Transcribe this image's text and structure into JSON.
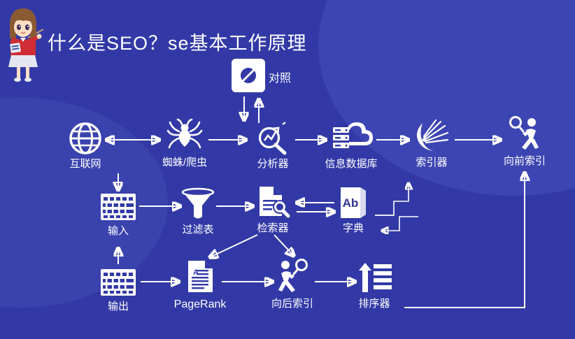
{
  "page": {
    "title": "什么是SEO？se基本工作原理",
    "background_color": "#3239a6",
    "accent_color": "#3d45b2",
    "foreground_color": "#ffffff"
  },
  "avatar": {
    "name": "teacher-girl-with-pointer"
  },
  "compare": {
    "label": "对照",
    "icon": "compare-icon"
  },
  "nodes": {
    "row1": [
      {
        "id": "internet",
        "label": "互联网",
        "icon": "globe-icon"
      },
      {
        "id": "spider",
        "label": "蜘蛛/爬虫",
        "icon": "spider-icon"
      },
      {
        "id": "analyzer",
        "label": "分析器",
        "icon": "magnifier-trend-icon"
      },
      {
        "id": "database",
        "label": "信息数据库",
        "icon": "cloud-database-icon"
      },
      {
        "id": "indexer",
        "label": "索引器",
        "icon": "rays-fan-icon"
      },
      {
        "id": "fwdindex",
        "label": "向前索引",
        "icon": "person-magnifier-icon"
      }
    ],
    "row2": [
      {
        "id": "input",
        "label": "输入",
        "icon": "keyboard-icon"
      },
      {
        "id": "filter",
        "label": "过滤表",
        "icon": "funnel-icon"
      },
      {
        "id": "retriever",
        "label": "检索器",
        "icon": "document-search-icon"
      },
      {
        "id": "dictionary",
        "label": "字典",
        "icon": "dictionary-book-icon",
        "glyph": "Ab"
      }
    ],
    "row3": [
      {
        "id": "output",
        "label": "输出",
        "icon": "keyboard-icon"
      },
      {
        "id": "pagerank",
        "label": "PageRank",
        "icon": "document-a-icon",
        "latin": true
      },
      {
        "id": "backindex",
        "label": "向后索引",
        "icon": "person-magnifier-icon"
      },
      {
        "id": "sorter",
        "label": "排序器",
        "icon": "sort-ascending-icon"
      }
    ]
  }
}
